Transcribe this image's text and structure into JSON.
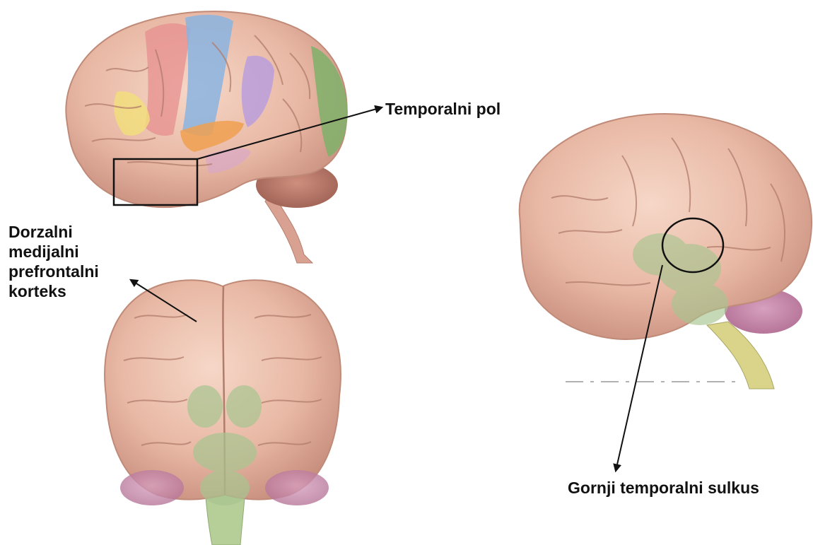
{
  "labels": {
    "temporal_pole": "Temporalni pol",
    "dmpfc": [
      "Dorzalni",
      "medijalni",
      "prefrontalni",
      "korteks"
    ],
    "sts": "Gornji temporalni sulkus"
  },
  "colors": {
    "brain": "#e8b8a4",
    "brain_dark": "#c98f7e",
    "highlight_green": "#a8c590",
    "cerebellum": "#b87a6a",
    "blue_region": "#8ab4e0",
    "purple_region": "#b69be0",
    "orange_region": "#f0a050",
    "yellow_region": "#f2e07a",
    "red_region": "#e78f8f",
    "annotation": "#111111"
  },
  "icons": [
    "brain-lateral-left",
    "brain-frontal",
    "brain-lateral-right"
  ]
}
